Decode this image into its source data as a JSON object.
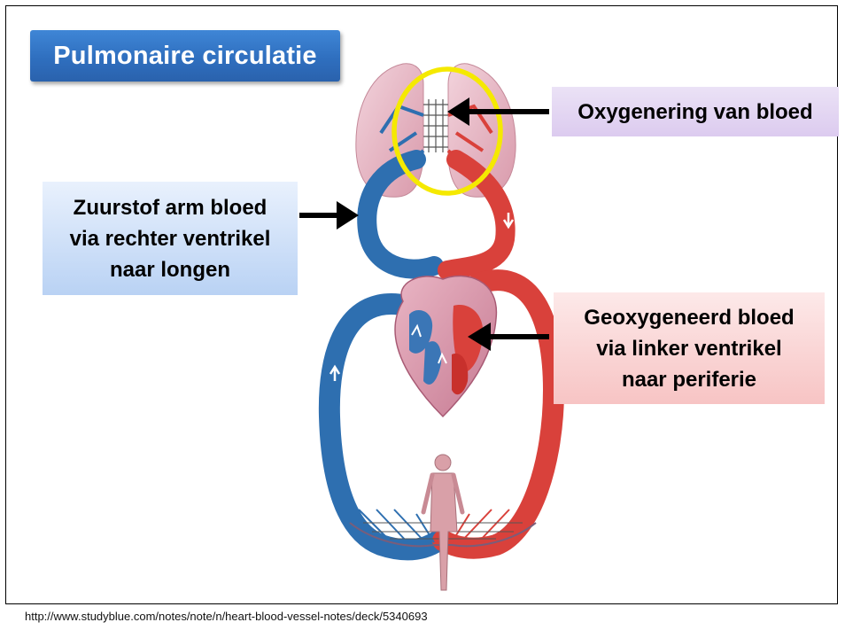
{
  "title": "Pulmonaire circulatie",
  "labels": {
    "oxygenation": "Oxygenering van bloed",
    "deoxygenated_line1": "Zuurstof arm bloed",
    "deoxygenated_line2": "via rechter ventrikel",
    "deoxygenated_line3": "naar longen",
    "oxygenated_line1": "Geoxygeneerd bloed",
    "oxygenated_line2": "via linker ventrikel",
    "oxygenated_line3": "naar periferie"
  },
  "source_url": "http://www.studyblue.com/notes/note/n/heart-blood-vessel-notes/deck/5340693",
  "colors": {
    "title_bg": "#2f6fbf",
    "oxygenation_bg": "#dccbef",
    "deoxygenated_bg": "#b9d2f4",
    "oxygenated_bg": "#f7c4c4",
    "highlight_circle": "#f5e900",
    "venous_blue": "#2e6fb0",
    "arterial_red": "#d9413b"
  }
}
